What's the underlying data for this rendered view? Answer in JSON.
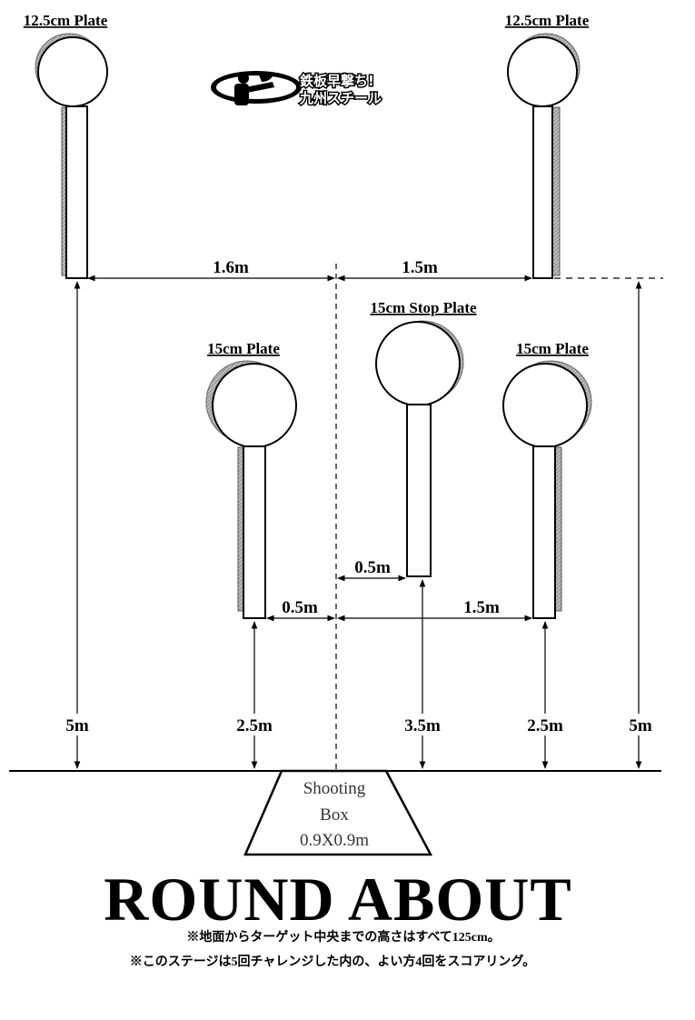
{
  "logo": {
    "line1": "鉄板早撃ち!",
    "line2": "九州スチール"
  },
  "plates": {
    "top_left": "12.5cm Plate",
    "top_right": "12.5cm Plate",
    "mid_left": "15cm Plate",
    "stop": "15cm Stop Plate",
    "mid_right": "15cm Plate"
  },
  "dimensions": {
    "top_left_gap": "1.6m",
    "top_right_gap": "1.5m",
    "stop_offset": "0.5m",
    "mid_left_gap": "0.5m",
    "mid_right_gap": "1.5m",
    "dist_far_left": "5m",
    "dist_mid_left": "2.5m",
    "dist_stop": "3.5m",
    "dist_mid_right": "2.5m",
    "dist_far_right": "5m"
  },
  "shooting_box": {
    "line1": "Shooting",
    "line2": "Box",
    "line3": "0.9X0.9m"
  },
  "title": "ROUND ABOUT",
  "notes": [
    "※地面からターゲット中央までの高さはすべて125cm。",
    "※このステージは5回チャレンジした内の、よい方4回をスコアリング。"
  ],
  "colors": {
    "stroke": "#000000",
    "shadow": "#888888",
    "background": "#ffffff"
  }
}
